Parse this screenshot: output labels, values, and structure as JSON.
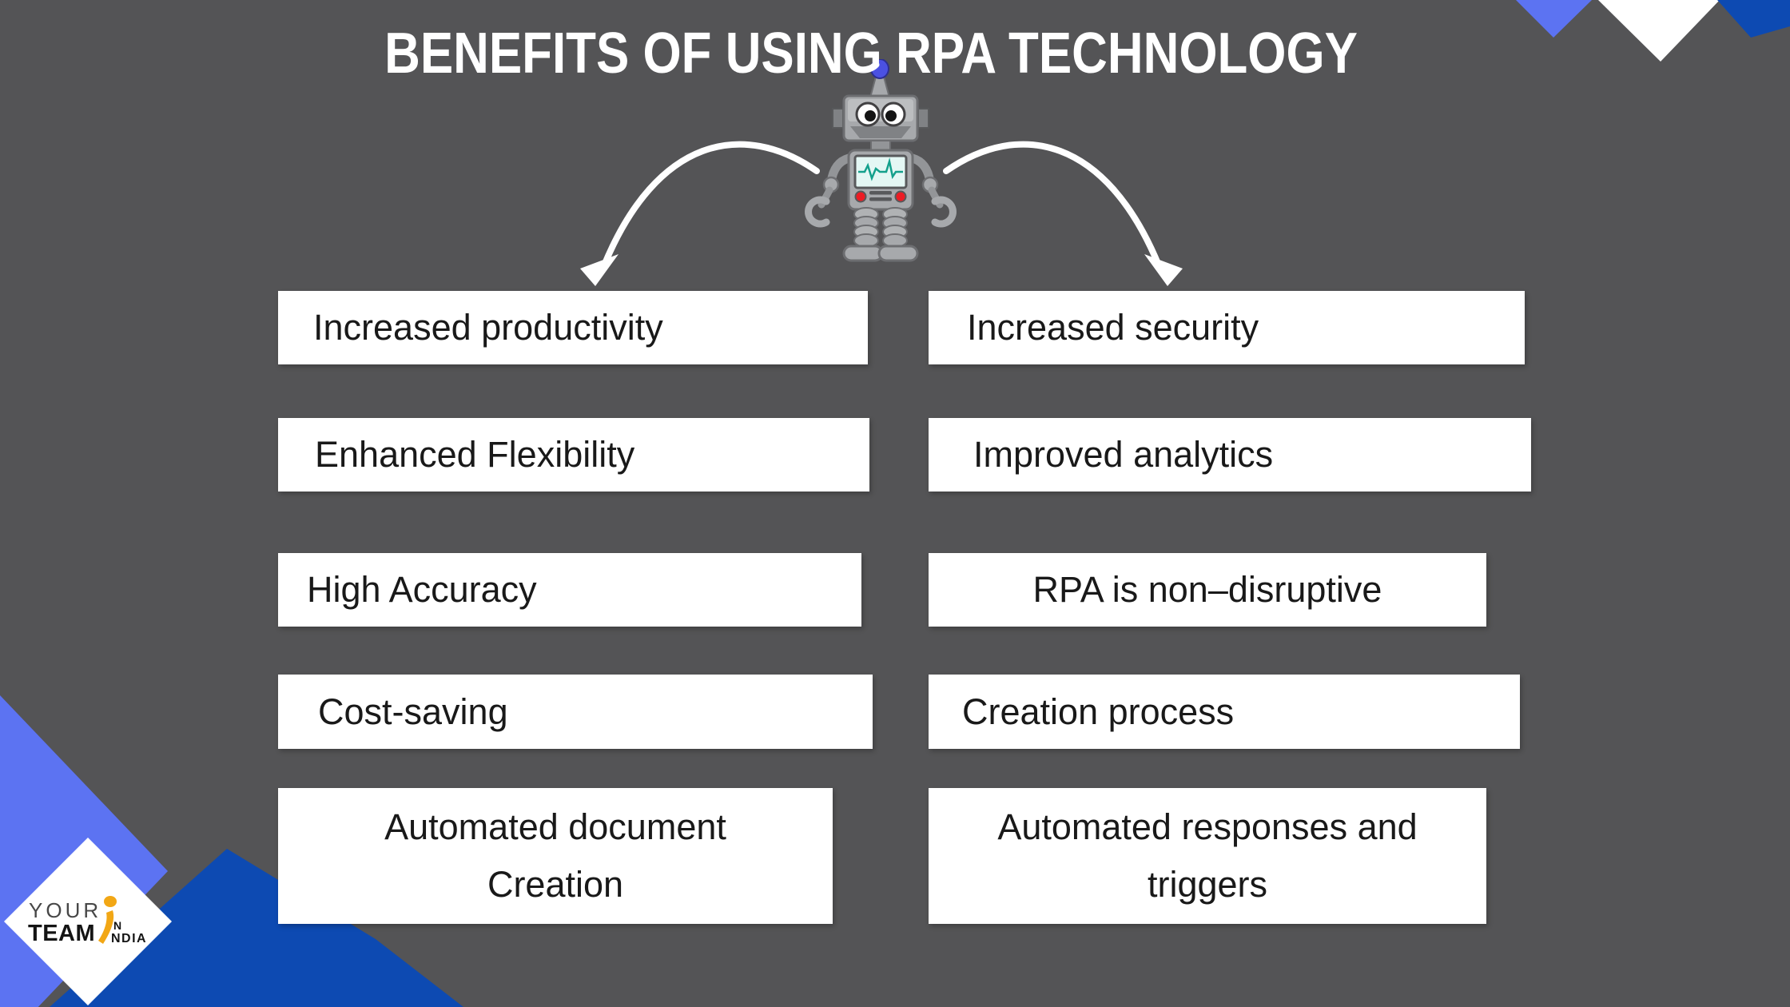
{
  "title": "BENEFITS OF USING RPA TECHNOLOGY",
  "benefits": {
    "left": [
      {
        "label": "Increased productivity"
      },
      {
        "label": "Enhanced Flexibility"
      },
      {
        "label": "High Accuracy"
      },
      {
        "label": "Cost-saving"
      },
      {
        "label": "Automated document",
        "line2": "Creation"
      }
    ],
    "right": [
      {
        "label": "Increased security"
      },
      {
        "label": "Improved analytics"
      },
      {
        "label": "RPA is non–disruptive"
      },
      {
        "label": "Creation process"
      },
      {
        "label": "Automated responses and",
        "line2": "triggers"
      }
    ]
  },
  "logo": {
    "word_top": "YOUR",
    "word_bottom": "TEAM",
    "in_letter": "N",
    "country_rest": "NDIA"
  },
  "colors": {
    "background": "#545456",
    "box_bg": "#ffffff",
    "box_text": "#191919",
    "title_text": "#ffffff",
    "arrow": "#ffffff",
    "accent_periwinkle": "#5c73f2",
    "accent_blue_dark": "#0d4ab2",
    "logo_orange": "#f2a715",
    "robot_blue": "#4b51e2",
    "robot_red": "#ec1c24",
    "robot_teal": "#14a08c"
  }
}
